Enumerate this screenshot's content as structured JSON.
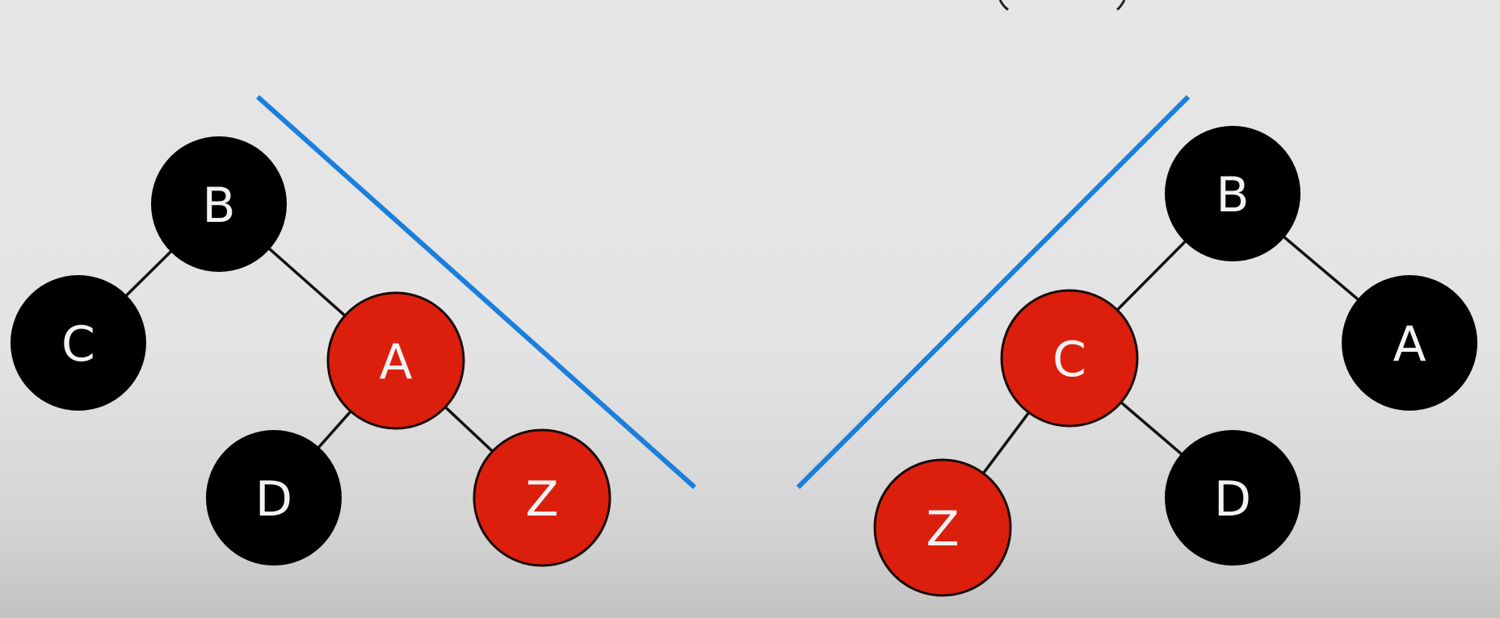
{
  "colors": {
    "black_node": "#000000",
    "red_node": "#dc1f0c",
    "red_node_stroke": "#1a0a08",
    "label": "#f2f2f2",
    "divider": "#1a7fdc"
  },
  "trees": [
    {
      "id": "left-tree",
      "nodes": [
        {
          "id": "B",
          "label": "B",
          "color": "black"
        },
        {
          "id": "C",
          "label": "C",
          "color": "black"
        },
        {
          "id": "A",
          "label": "A",
          "color": "red"
        },
        {
          "id": "D",
          "label": "D",
          "color": "black"
        },
        {
          "id": "Z",
          "label": "Z",
          "color": "red"
        }
      ],
      "edges": [
        [
          "B",
          "C"
        ],
        [
          "B",
          "A"
        ],
        [
          "A",
          "D"
        ],
        [
          "A",
          "Z"
        ]
      ]
    },
    {
      "id": "right-tree",
      "nodes": [
        {
          "id": "B",
          "label": "B",
          "color": "black"
        },
        {
          "id": "C",
          "label": "C",
          "color": "red"
        },
        {
          "id": "A",
          "label": "A",
          "color": "black"
        },
        {
          "id": "Z",
          "label": "Z",
          "color": "red"
        },
        {
          "id": "D",
          "label": "D",
          "color": "black"
        }
      ],
      "edges": [
        [
          "B",
          "C"
        ],
        [
          "B",
          "A"
        ],
        [
          "C",
          "Z"
        ],
        [
          "C",
          "D"
        ]
      ]
    }
  ]
}
